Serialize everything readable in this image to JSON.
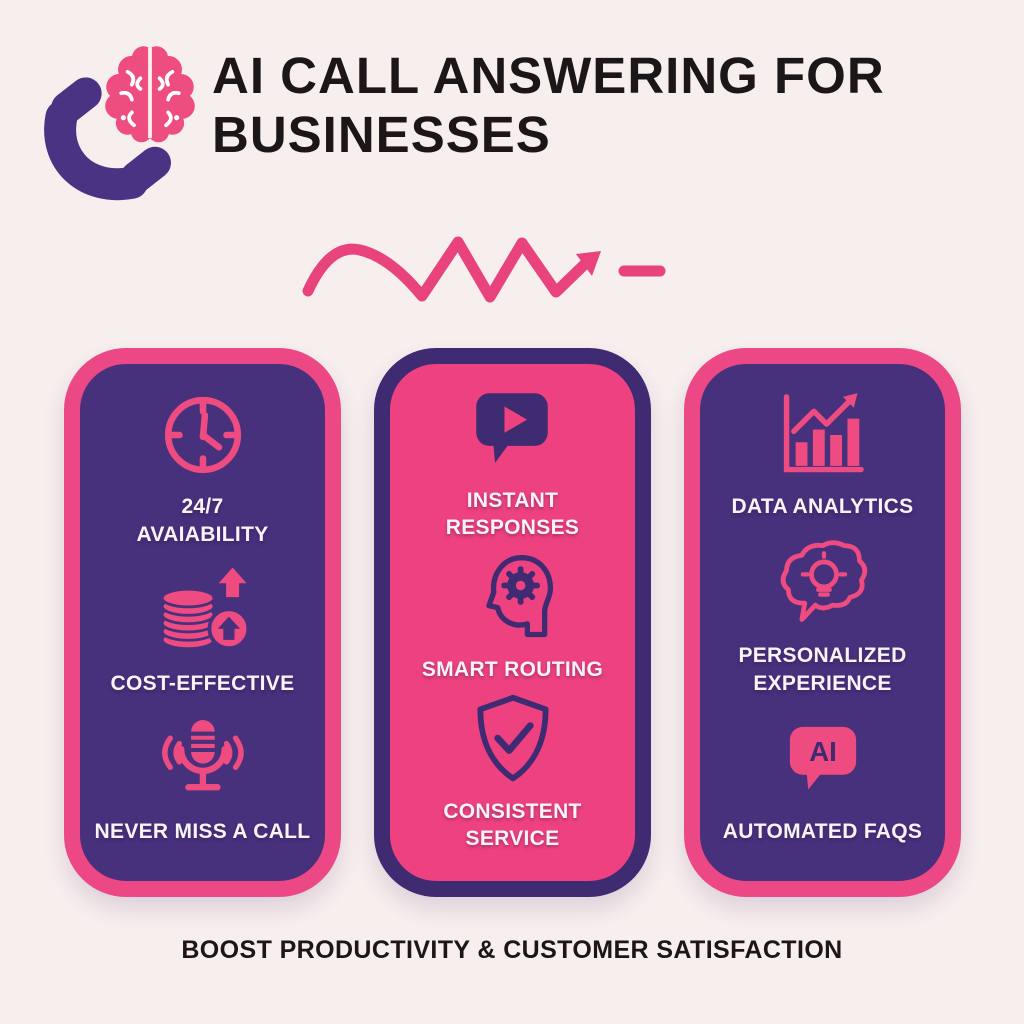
{
  "header": {
    "logo_icon": "phone-brain-icon",
    "title_lines": [
      "AI CALL ANSWERING FOR",
      "BUSINESSES"
    ]
  },
  "decoration": {
    "squiggle_icon": "squiggle-arrow-icon"
  },
  "cards": [
    {
      "theme": "purple-card-pink-border",
      "items": [
        {
          "icon": "clock-icon",
          "label": "24/7\nAVAIABILITY"
        },
        {
          "icon": "coin-stack-growth-icon",
          "label": "COST-EFFECTIVE"
        },
        {
          "icon": "microphone-broadcast-icon",
          "label": "NEVER MISS A CALL"
        }
      ]
    },
    {
      "theme": "pink-card-purple-border",
      "items": [
        {
          "icon": "chat-bubble-play-icon",
          "label": "INSTANT\nRESPONSES"
        },
        {
          "icon": "head-gear-icon",
          "label": "SMART ROUTING"
        },
        {
          "icon": "shield-check-icon",
          "label": "CONSISTENT SERVICE"
        }
      ]
    },
    {
      "theme": "purple-card-pink-border",
      "items": [
        {
          "icon": "bar-chart-growth-icon",
          "label": "DATA ANALYTICS"
        },
        {
          "icon": "thought-bubble-lightbulb-icon",
          "label": "PERSONALIZED\nEXPERIENCE"
        },
        {
          "icon": "ai-chat-bubble-icon",
          "label": "AUTOMATED FAQS",
          "icon_text": "AI"
        }
      ]
    }
  ],
  "footer": {
    "text": "BOOST PRODUCTIVITY & CUSTOMER SATISFACTION"
  },
  "colors": {
    "background": "#f7eeee",
    "pink": "#ee4180",
    "pink_border": "#ec4885",
    "purple": "#47307c",
    "purple_deep": "#3e2b72",
    "phone_purple": "#4b3384",
    "brain_pink": "#ee4d80",
    "title_text": "#1b1718",
    "label_text": "#f7f3f6"
  }
}
